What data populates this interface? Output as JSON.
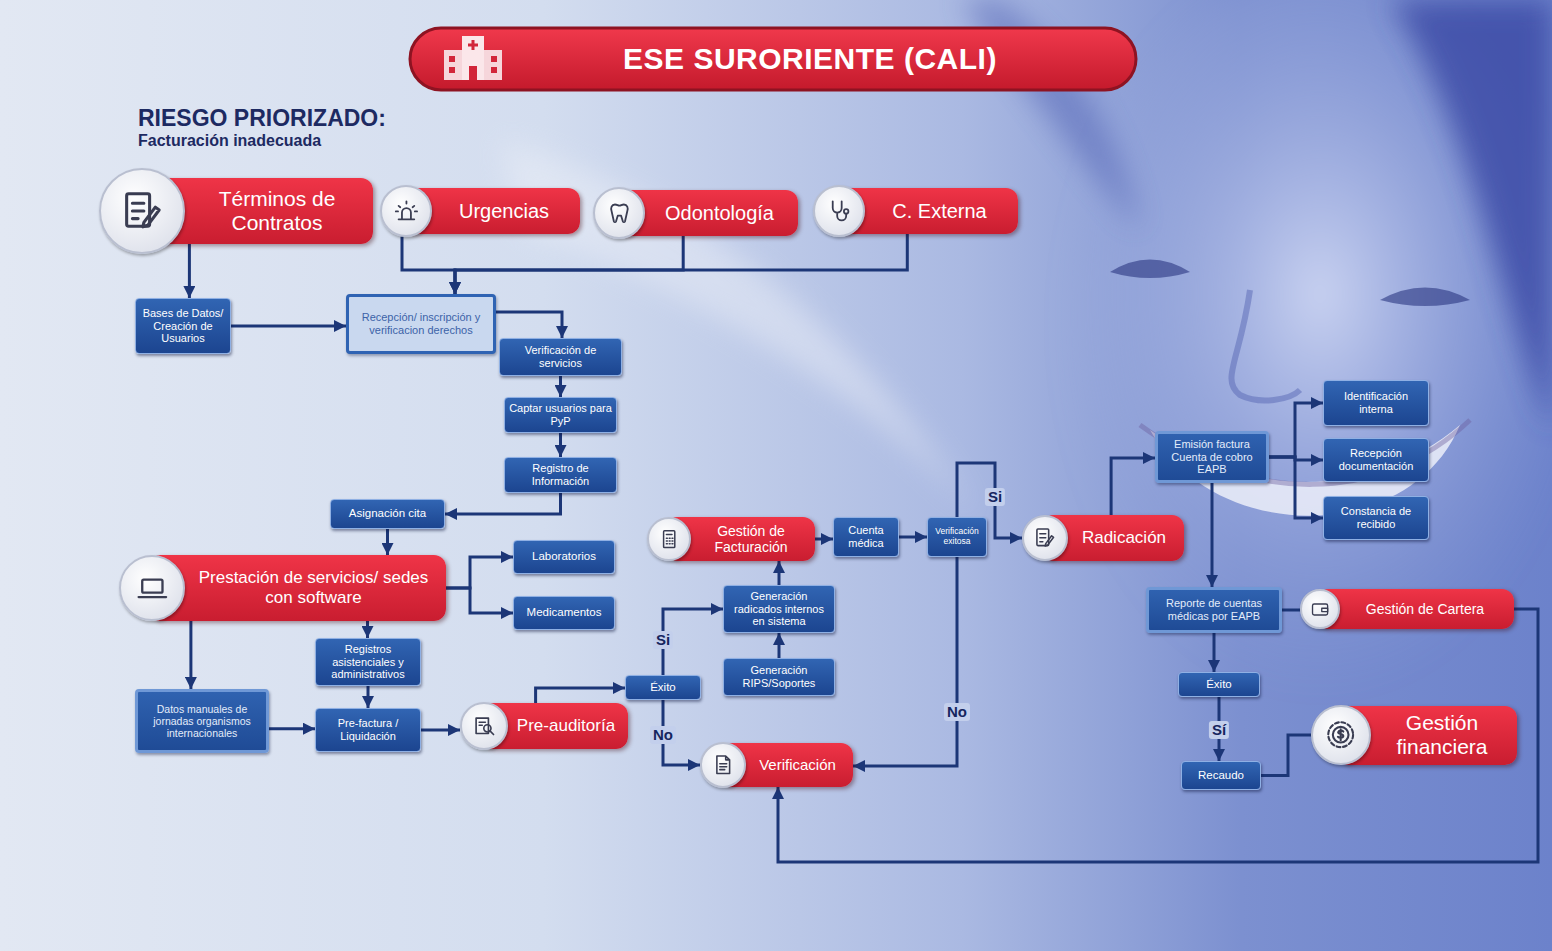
{
  "diagram": {
    "title": "ESE SURORIENTE (CALI)",
    "nodes": [
      {
        "text": [
          "Términos de Contratos"
        ]
      },
      {
        "text": [
          "Urgencias"
        ]
      },
      {
        "text": [
          "Odontología"
        ]
      },
      {
        "text": [
          "C. Externa"
        ]
      },
      {
        "text": [
          "Bases de Datos/ Creación de Usuarios"
        ]
      },
      {
        "text": [
          "Recepción/ inscripción y verificacion derechos"
        ]
      },
      {
        "text": [
          "Verificación de servicios"
        ]
      },
      {
        "text": [
          "Captar usuarios para PyP"
        ]
      },
      {
        "text": [
          "Registro de Información"
        ]
      },
      {
        "text": [
          "Asignación cita"
        ]
      },
      {
        "text": [
          "Prestación de servicios/ sedes con software"
        ]
      },
      {
        "text": [
          "Laboratorios"
        ]
      },
      {
        "text": [
          "Medicamentos"
        ]
      },
      {
        "text": [
          "Registros asistenciales y administrativos"
        ]
      },
      {
        "text": [
          "Datos manuales de jornadas organismos internacionales"
        ]
      },
      {
        "text": [
          "Pre-factura / Liquidación"
        ]
      },
      {
        "text": [
          "Pre-auditoría"
        ]
      },
      {
        "text": [
          "Éxito"
        ]
      },
      {
        "text": [
          "Generación radicados internos en sistema"
        ]
      },
      {
        "text": [
          "Generación RIPS/Soportes"
        ]
      },
      {
        "text": [
          "Gestión de Facturación"
        ]
      },
      {
        "text": [
          "Cuenta médica"
        ]
      },
      {
        "text": [
          "Verificación exitosa"
        ]
      },
      {
        "text": [
          "Radicación"
        ]
      },
      {
        "text": [
          "Verificación"
        ]
      },
      {
        "text": [
          "Emisión factura Cuenta de cobro EAPB"
        ]
      },
      {
        "text": [
          "Identificación interna"
        ]
      },
      {
        "text": [
          "Recepción documentación"
        ]
      },
      {
        "text": [
          "Constancia de recibido"
        ]
      },
      {
        "text": [
          "Reporte de cuentas médicas por EAPB"
        ]
      },
      {
        "text": [
          "Gestión de Cartera"
        ]
      },
      {
        "text": [
          "Éxito"
        ]
      },
      {
        "text": [
          "Recaudo"
        ]
      },
      {
        "text": [
          "Gestión financiera"
        ]
      }
    ],
    "edges": [
      {
        "from": 0,
        "to": 4,
        "arrow": "to"
      },
      {
        "from": 1,
        "to": 5,
        "arrow": "to"
      },
      {
        "from": 2,
        "to": 5,
        "arrow": "to"
      },
      {
        "from": 3,
        "to": 5,
        "arrow": "to"
      },
      {
        "from": 4,
        "to": 5,
        "arrow": "to"
      },
      {
        "from": 5,
        "to": 6,
        "arrow": "to"
      },
      {
        "from": 6,
        "to": 7,
        "arrow": "to"
      },
      {
        "from": 7,
        "to": 8,
        "arrow": "to"
      },
      {
        "from": 8,
        "to": 9,
        "arrow": "to"
      },
      {
        "from": 9,
        "to": 10,
        "arrow": "to"
      },
      {
        "from": 10,
        "to": 11,
        "arrow": "to"
      },
      {
        "from": 10,
        "to": 12,
        "arrow": "to"
      },
      {
        "from": 10,
        "to": 13,
        "arrow": "to"
      },
      {
        "from": 10,
        "to": 14,
        "arrow": "to"
      },
      {
        "from": 13,
        "to": 15,
        "arrow": "to"
      },
      {
        "from": 14,
        "to": 15,
        "arrow": "to"
      },
      {
        "from": 15,
        "to": 16,
        "arrow": "to"
      },
      {
        "from": 16,
        "to": 17,
        "arrow": "to"
      },
      {
        "from": 17,
        "to": 18,
        "label": "Si",
        "arrow": "to"
      },
      {
        "from": 17,
        "to": 24,
        "label": "No",
        "arrow": "to"
      },
      {
        "from": 18,
        "to": 20,
        "arrow": "to"
      },
      {
        "from": 19,
        "to": 18,
        "arrow": "to"
      },
      {
        "from": 20,
        "to": 21,
        "arrow": "to"
      },
      {
        "from": 21,
        "to": 22,
        "arrow": "to"
      },
      {
        "from": 22,
        "to": 23,
        "label": "Si",
        "arrow": "to"
      },
      {
        "from": 22,
        "to": 24,
        "label": "No",
        "arrow": "to"
      },
      {
        "from": 23,
        "to": 25,
        "arrow": "to"
      },
      {
        "from": 25,
        "to": 26,
        "arrow": "to"
      },
      {
        "from": 25,
        "to": 27,
        "arrow": "to"
      },
      {
        "from": 25,
        "to": 28,
        "arrow": "to"
      },
      {
        "from": 25,
        "to": 29,
        "arrow": "to"
      },
      {
        "from": 29,
        "to": 30,
        "arrow": "none"
      },
      {
        "from": 29,
        "to": 31,
        "arrow": "to"
      },
      {
        "from": 31,
        "to": 32,
        "label": "Sí",
        "arrow": "to"
      },
      {
        "from": 32,
        "to": 33,
        "arrow": "none"
      },
      {
        "from": 30,
        "to": 24,
        "arrow": "to"
      }
    ],
    "labels": [
      "RIESGO PRIORIZADO:",
      "Facturación inadecuada"
    ]
  }
}
